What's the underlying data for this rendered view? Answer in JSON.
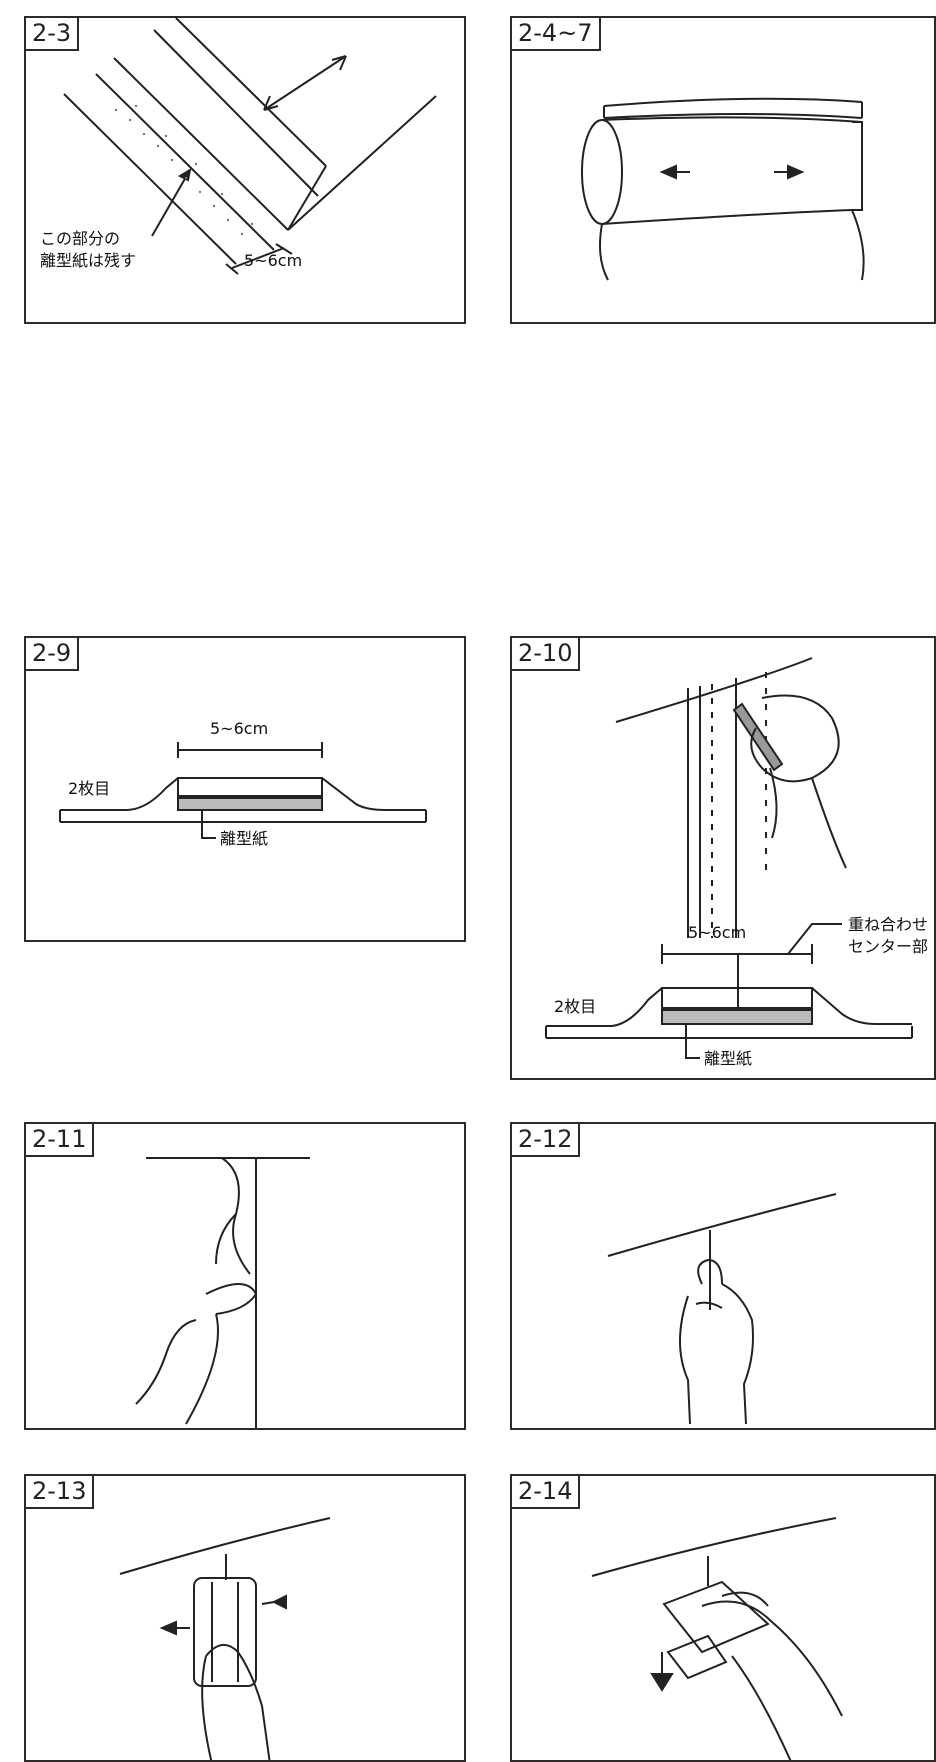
{
  "panels": {
    "p23": {
      "tag": "2-3",
      "note_line1": "この部分の",
      "note_line2": "離型紙は残す",
      "measure": "5~6cm"
    },
    "p247": {
      "tag": "2-4~7"
    },
    "p29": {
      "tag": "2-9",
      "measure": "5~6cm",
      "sheet_label": "2枚目",
      "paper_label": "離型紙"
    },
    "p210": {
      "tag": "2-10",
      "measure": "5~6cm",
      "overlap_line1": "重ね合わせ",
      "overlap_line2": "センター部",
      "sheet_label": "2枚目",
      "paper_label": "離型紙"
    },
    "p211": {
      "tag": "2-11"
    },
    "p212": {
      "tag": "2-12"
    },
    "p213": {
      "tag": "2-13"
    },
    "p214": {
      "tag": "2-14"
    }
  }
}
